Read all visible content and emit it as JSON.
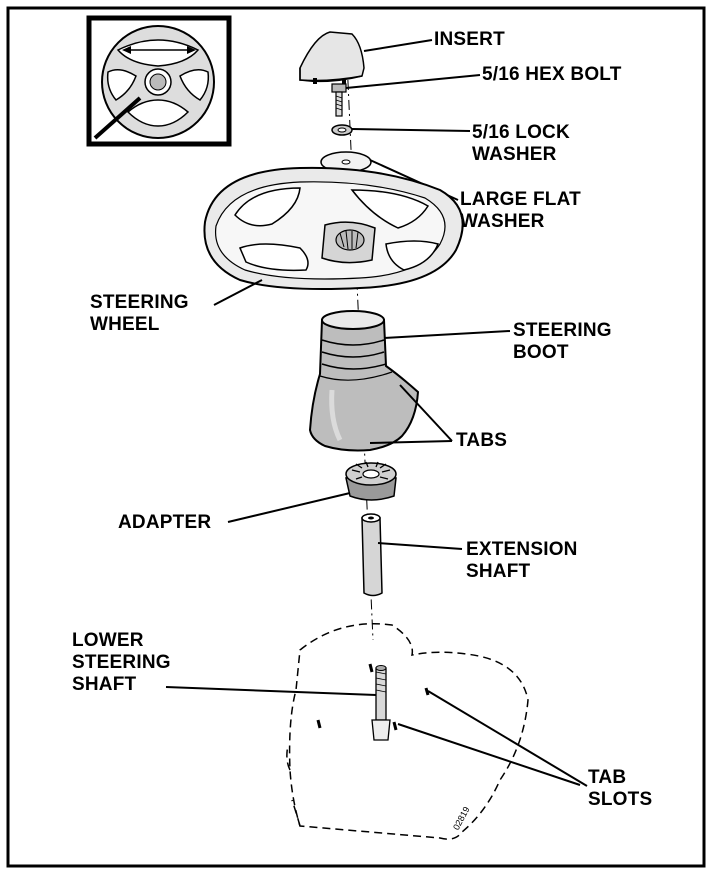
{
  "labels": {
    "insert": [
      "INSERT"
    ],
    "hex_bolt": [
      "5/16 HEX BOLT"
    ],
    "lock_washer": [
      "5/16 LOCK",
      "WASHER"
    ],
    "flat_washer": [
      "LARGE FLAT",
      "WASHER"
    ],
    "steering_wheel": [
      "STEERING",
      "WHEEL"
    ],
    "steering_boot": [
      "STEERING",
      "BOOT"
    ],
    "tabs": [
      "TABS"
    ],
    "adapter": [
      "ADAPTER"
    ],
    "extension_shaft": [
      "EXTENSION",
      "SHAFT"
    ],
    "lower_shaft": [
      "LOWER",
      "STEERING",
      "SHAFT"
    ],
    "tab_slots": [
      "TAB",
      "SLOTS"
    ]
  },
  "figure_code": "02819"
}
